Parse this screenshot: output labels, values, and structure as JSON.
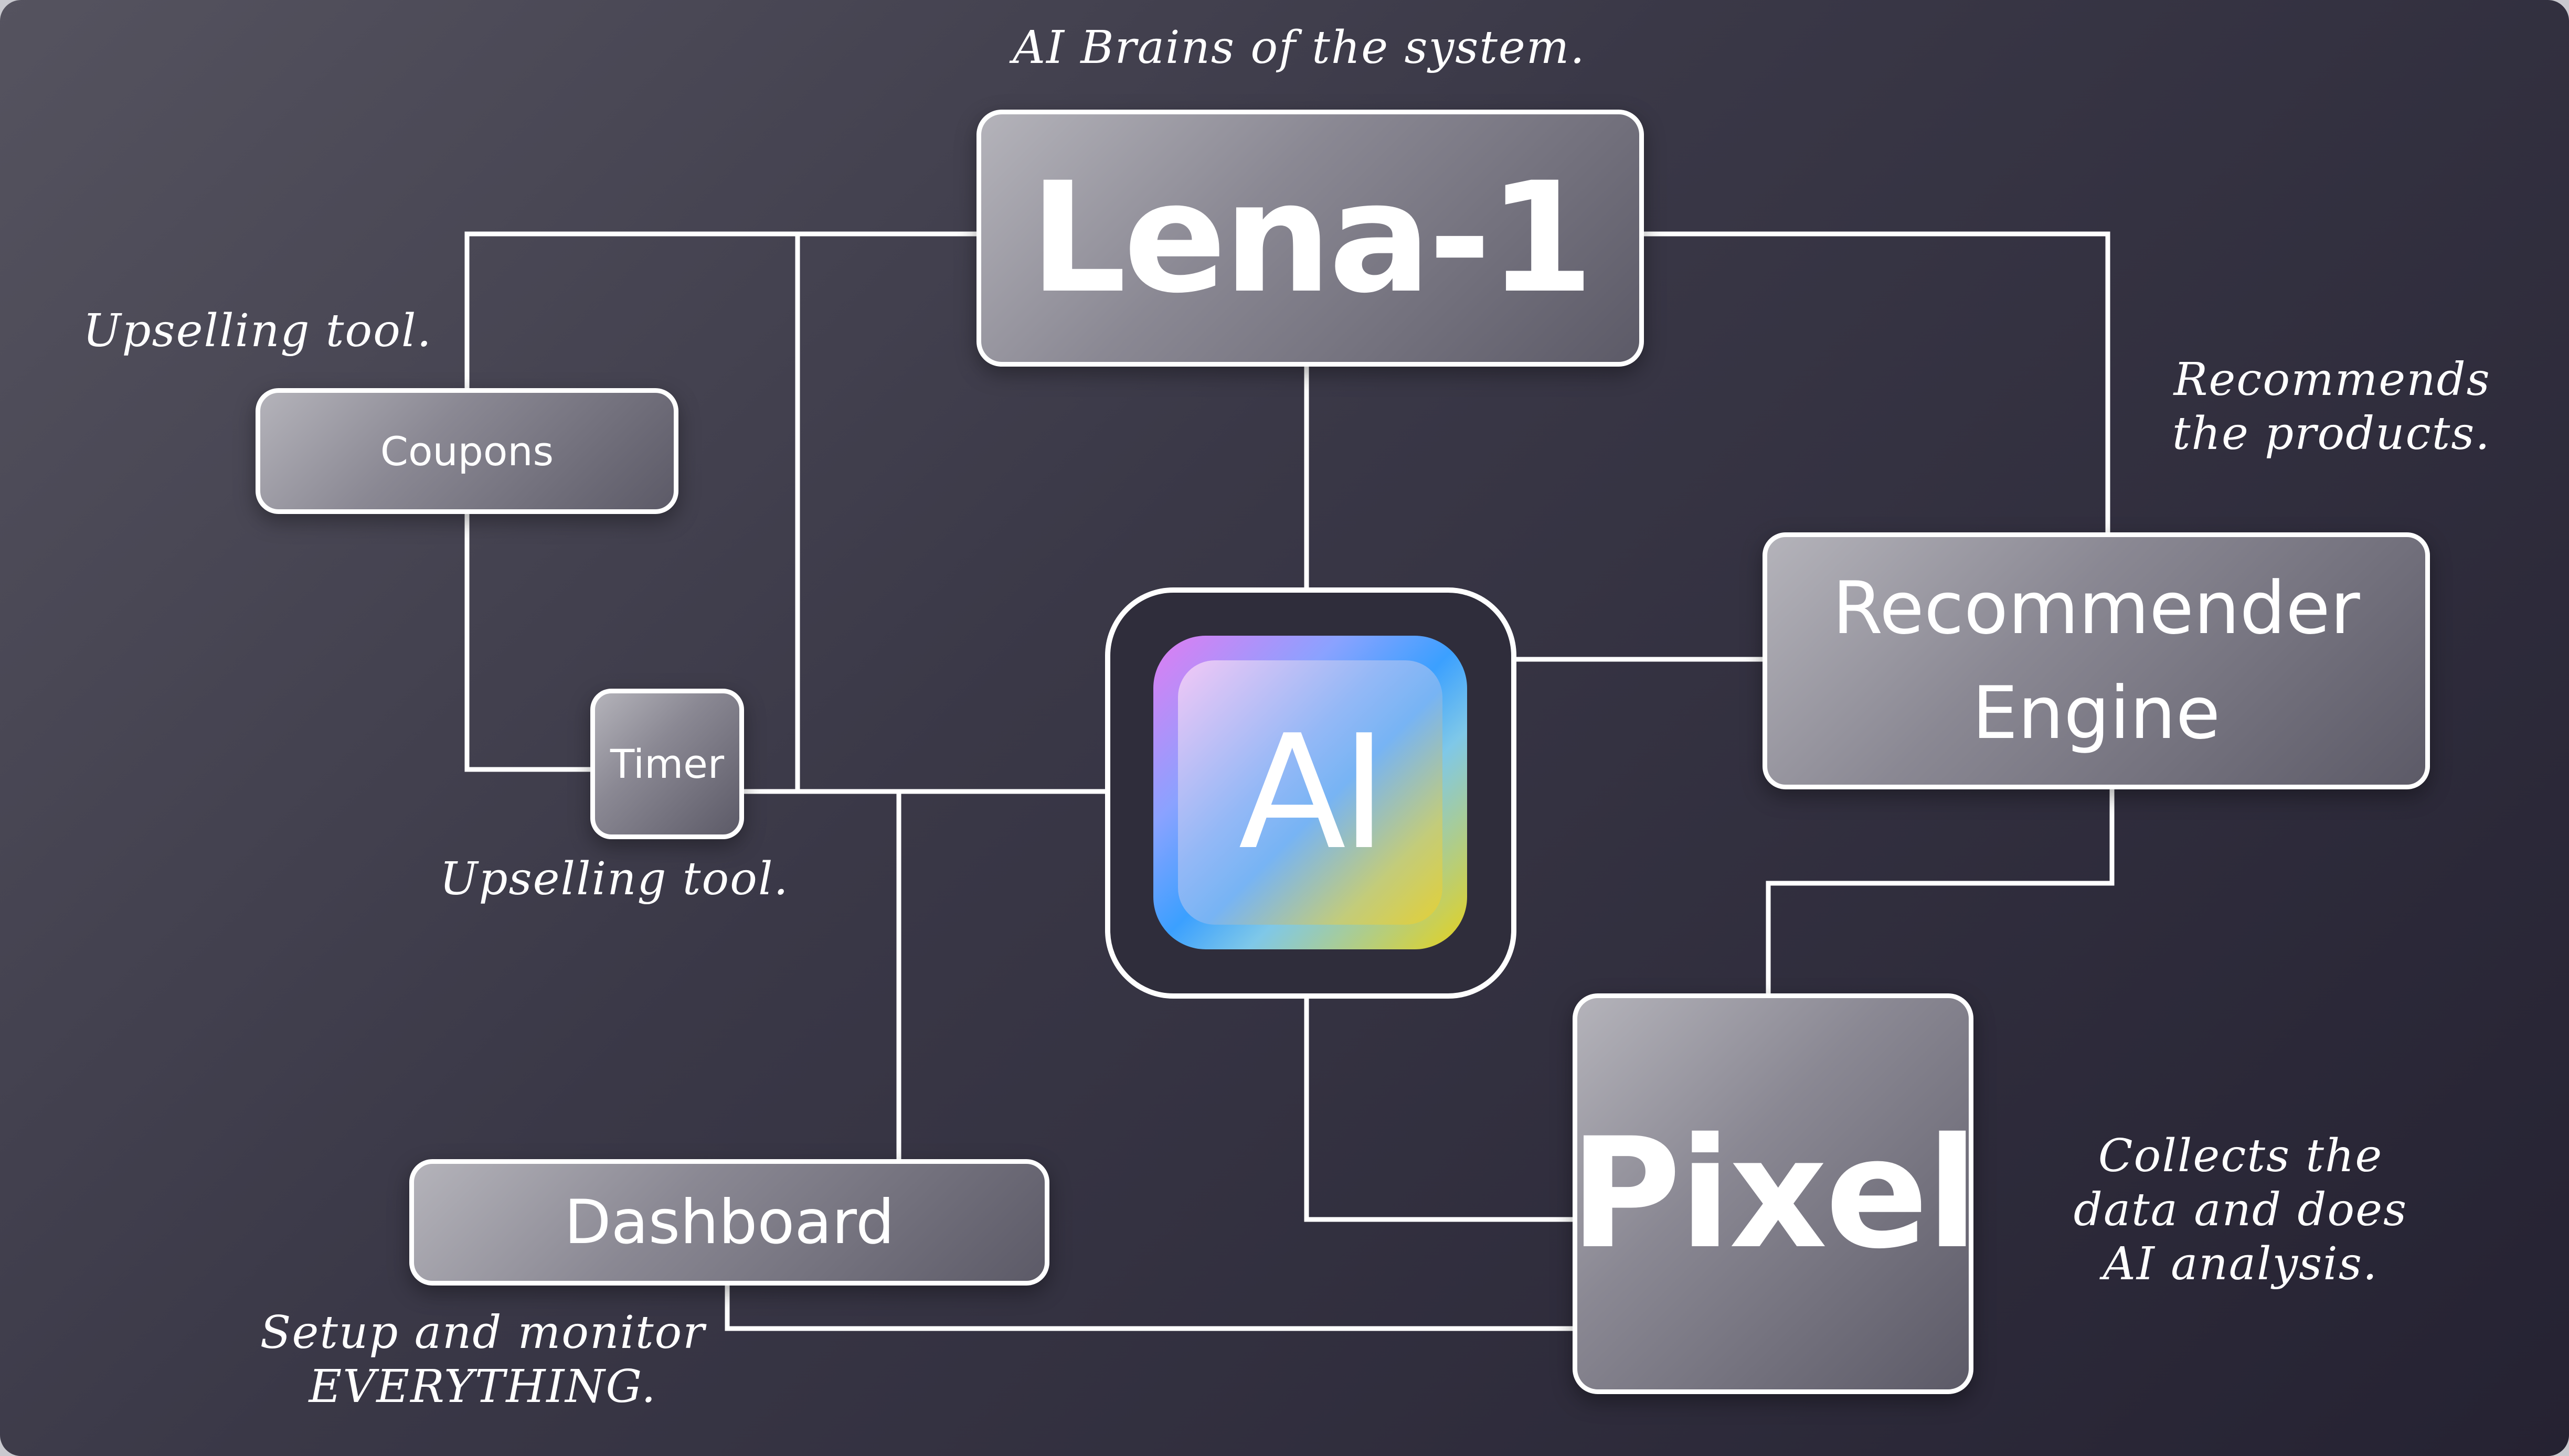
{
  "diagram": {
    "nodes": {
      "lena": "Lena-1",
      "coupons": "Coupons",
      "timer": "Timer",
      "recommender_line1": "Recommender",
      "recommender_line2": "Engine",
      "pixel": "Pixel",
      "dashboard": "Dashboard",
      "ai": "AI"
    },
    "notes": {
      "lena": "AI Brains of the system.",
      "coupons": "Upselling tool.",
      "timer": "Upselling tool.",
      "recommender": "Recommends\nthe products.",
      "pixel": "Collects the\ndata and does\nAI analysis.",
      "dashboard": "Setup and monitor\nEVERYTHING."
    },
    "colors": {
      "background_top": "#55535f",
      "background_bottom": "#252232",
      "connector": "#ffffff",
      "node_fill": "#8a8893"
    }
  }
}
